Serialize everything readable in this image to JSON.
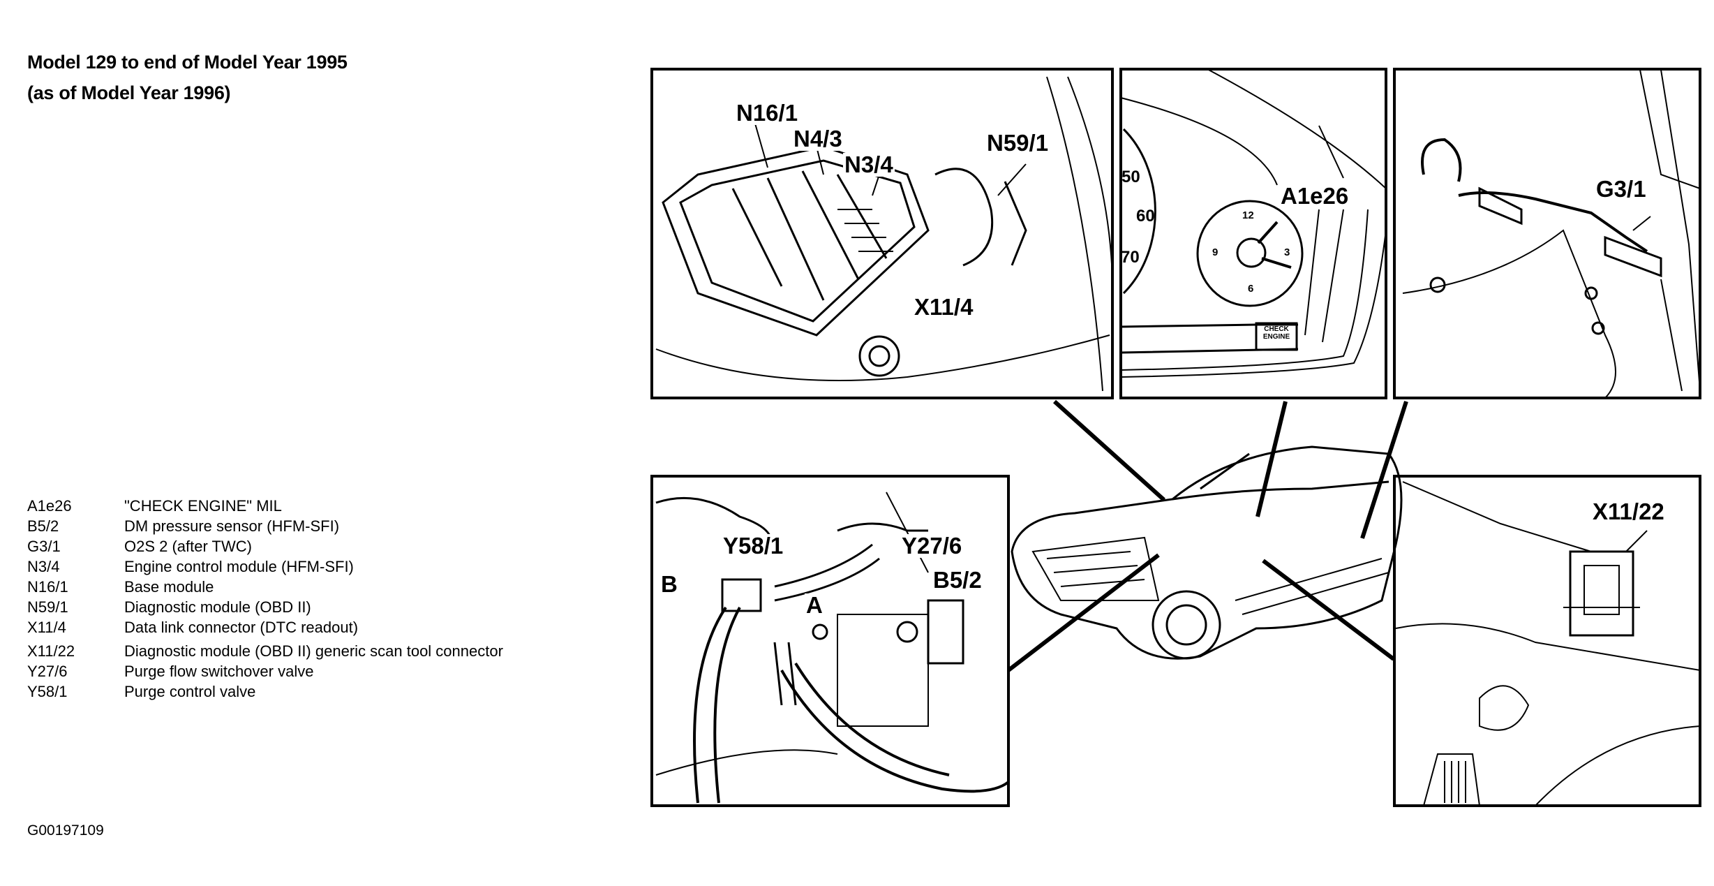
{
  "title": {
    "line1": "Model 129 to end of Model Year 1995",
    "line2": "(as of Model Year 1996)"
  },
  "legend": [
    {
      "code": "A1e26",
      "description": "\"CHECK ENGINE\" MIL"
    },
    {
      "code": "B5/2",
      "description": "DM pressure sensor (HFM-SFI)"
    },
    {
      "code": "G3/1",
      "description": "O2S 2 (after TWC)"
    },
    {
      "code": "N3/4",
      "description": "Engine control module (HFM-SFI)"
    },
    {
      "code": "N16/1",
      "description": "Base module"
    },
    {
      "code": "N59/1",
      "description": "Diagnostic module (OBD II)"
    },
    {
      "code": "X11/4",
      "description": "Data link connector (DTC readout)"
    },
    {
      "code": "X11/22",
      "description": "Diagnostic module (OBD II) generic scan tool connector"
    },
    {
      "code": "Y27/6",
      "description": "Purge flow switchover valve"
    },
    {
      "code": "Y58/1",
      "description": "Purge control valve"
    }
  ],
  "figure_id": "G00197109",
  "callouts": {
    "n16_1": "N16/1",
    "n4_3": "N4/3",
    "n3_4": "N3/4",
    "n59_1": "N59/1",
    "x11_4": "X11/4",
    "a1e26": "A1e26",
    "g3_1": "G3/1",
    "y58_1": "Y58/1",
    "y27_6": "Y27/6",
    "b5_2": "B5/2",
    "b": "B",
    "a": "A",
    "x11_22": "X11/22"
  },
  "gauges": {
    "speedo": [
      "50",
      "60",
      "70"
    ],
    "clock": [
      "12",
      "3",
      "6",
      "9"
    ],
    "lamp": "CHECK ENGINE"
  }
}
